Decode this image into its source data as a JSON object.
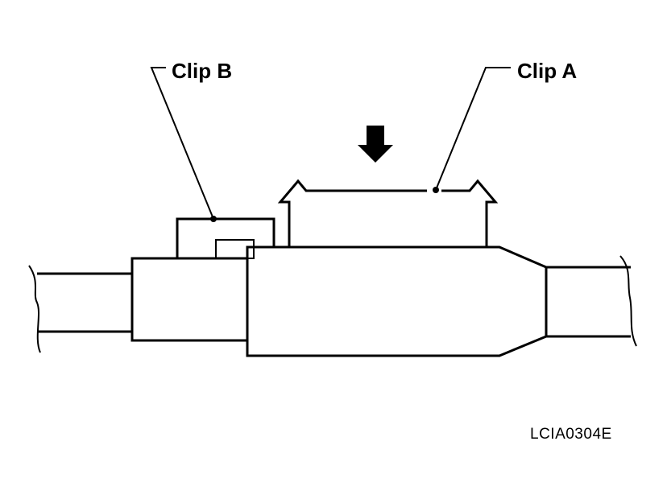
{
  "labels": {
    "clip_a": "Clip A",
    "clip_b": "Clip B"
  },
  "figure_code": "LCIA0304E",
  "colors": {
    "ink": "#000000",
    "background": "#ffffff"
  },
  "icons": {
    "push_direction": "arrow-down-icon"
  }
}
